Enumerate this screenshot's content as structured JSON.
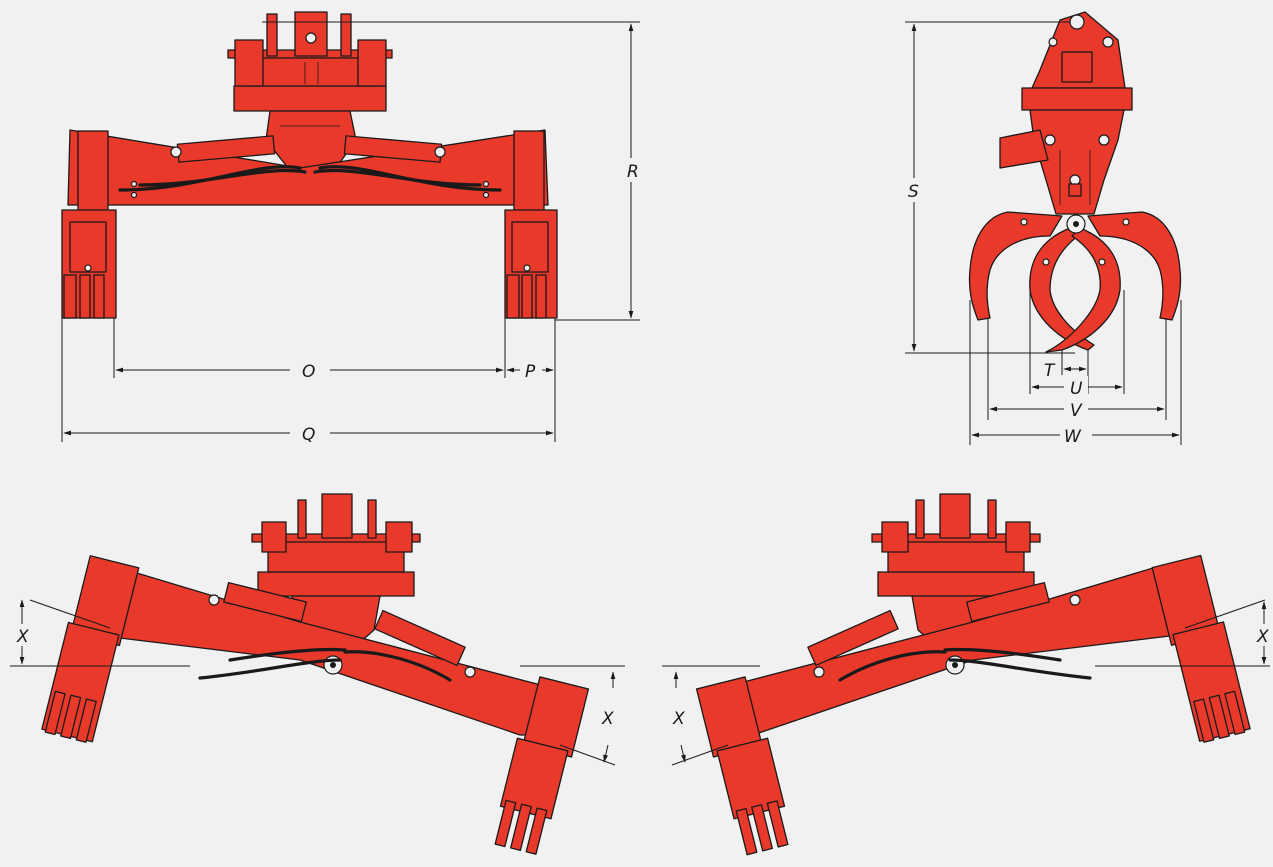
{
  "colors": {
    "machine": "#e8392b",
    "outline": "#1a1a1a",
    "background": "#f1f1f1"
  },
  "dimensions": {
    "O": "O",
    "P": "P",
    "Q": "Q",
    "R": "R",
    "S": "S",
    "T": "T",
    "U": "U",
    "V": "V",
    "W": "W",
    "X": "X"
  }
}
